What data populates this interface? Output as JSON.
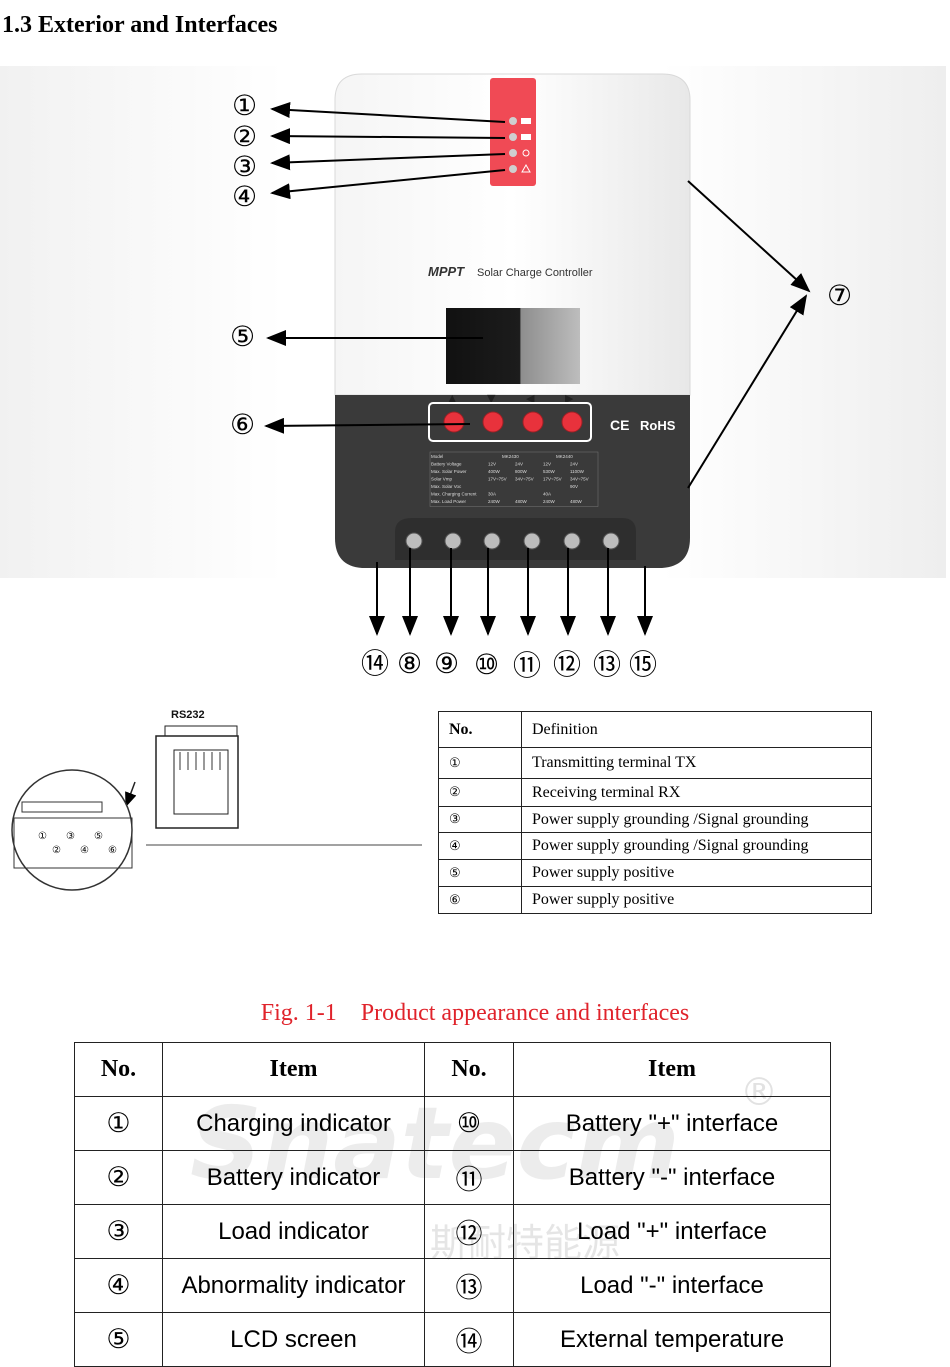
{
  "section_title": "1.3 Exterior and Interfaces",
  "device": {
    "brand_mppt": "MPPT",
    "brand_desc": "Solar Charge Controller",
    "cert": "RoHS",
    "ce": "CE",
    "spec_headers": [
      "Model",
      "MK2430",
      "MK2440"
    ],
    "spec_rows": [
      [
        "Battery Voltage",
        "12V",
        "24V",
        "12V",
        "24V"
      ],
      [
        "Max. Solar Power",
        "400W",
        "800W",
        "530W",
        "1100W"
      ],
      [
        "Solar Vmp",
        "17V~75V",
        "34V~75V",
        "17V~75V",
        "34V~75V"
      ],
      [
        "Max. Solar Voc",
        "",
        "",
        "",
        "90V"
      ],
      [
        "Max. Charging Current",
        "30A",
        "",
        "40A",
        ""
      ],
      [
        "Max. Load Power",
        "240W",
        "480W",
        "240W",
        "480W"
      ]
    ],
    "button_arrows": [
      "▲",
      "▼",
      "◀",
      "▶"
    ]
  },
  "callouts": {
    "c1": "①",
    "c2": "②",
    "c3": "③",
    "c4": "④",
    "c5": "⑤",
    "c6": "⑥",
    "c7": "⑦",
    "bottom": [
      "⑭",
      "⑧",
      "⑨",
      "⑩",
      "⑪",
      "⑫",
      "⑬",
      "⑮"
    ]
  },
  "rs232": {
    "label": "RS232",
    "pins": [
      "①",
      "②",
      "③",
      "④",
      "⑤",
      "⑥"
    ]
  },
  "rs232_table": {
    "headers": [
      "No.",
      "Definition"
    ],
    "rows": [
      [
        "①",
        "Transmitting terminal TX"
      ],
      [
        "②",
        "Receiving terminal RX"
      ],
      [
        "③",
        "Power supply grounding /Signal grounding"
      ],
      [
        "④",
        "Power supply grounding /Signal grounding"
      ],
      [
        "⑤",
        "Power supply positive"
      ],
      [
        "⑥",
        "Power supply positive"
      ]
    ]
  },
  "figure_caption": "Fig. 1-1    Product appearance and interfaces",
  "items_table": {
    "headers": [
      "No.",
      "Item",
      "No.",
      "Item"
    ],
    "rows": [
      [
        "①",
        "Charging indicator",
        "⑩",
        "Battery \"+\" interface"
      ],
      [
        "②",
        "Battery indicator",
        "⑪",
        "Battery \"-\" interface"
      ],
      [
        "③",
        "Load indicator",
        "⑫",
        "Load \"+\" interface"
      ],
      [
        "④",
        "Abnormality indicator",
        "⑬",
        "Load \"-\" interface"
      ],
      [
        "⑤",
        "LCD screen",
        "⑭",
        "External temperature"
      ]
    ]
  },
  "watermark": {
    "latin": "Snatecm",
    "cjk": "斯耐特能源",
    "mark": "®"
  },
  "colors": {
    "caption": "#e0232b",
    "led_panel": "#f04a55",
    "button": "#e8323c",
    "housing_dark": "#3c3c3c"
  }
}
